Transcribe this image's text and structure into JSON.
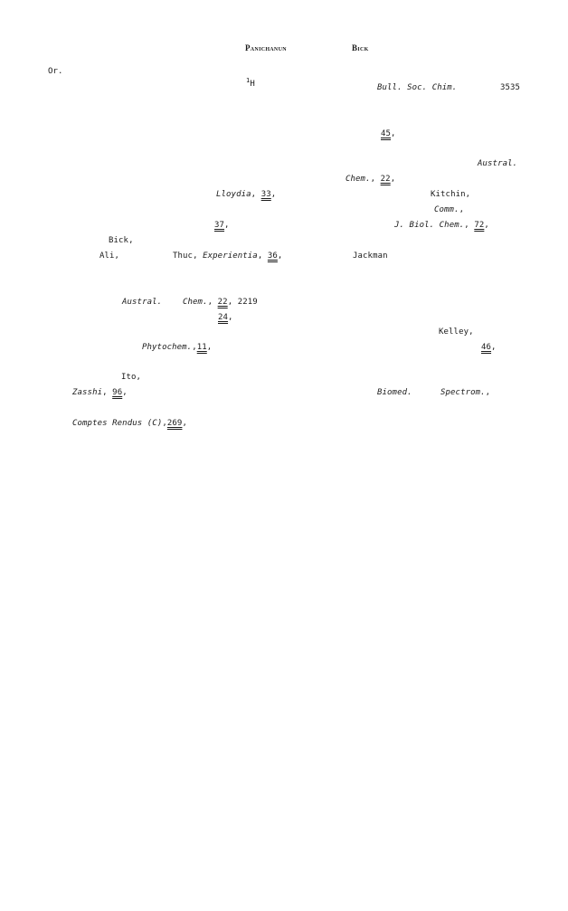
{
  "header": {
    "author1": "Panichanun",
    "author2": "Bick"
  },
  "fragments": {
    "or": "Or.",
    "sup1": "1",
    "h": "H",
    "bull": "Bull. Soc. Chim.",
    "p3535": "3535",
    "v45": "45",
    "v45_comma": ",",
    "austral1": "Austral.",
    "chem1": "Chem.",
    "chem1_sep": ", ",
    "v22a": "22",
    "v22a_comma": ",",
    "lloydia": "Lloydia",
    "lloydia_sep": ", ",
    "v33": "33",
    "v33_comma": ",",
    "kitchin": "Kitchin,",
    "comm": "Comm.",
    "comm_comma": ",",
    "v37": "37",
    "v37_comma": ",",
    "jbiol": "J. Biol. Chem.",
    "jbiol_sep": ", ",
    "v72": "72",
    "v72_comma": ",",
    "bick": "Bick,",
    "ali": "Ali,",
    "thuc": "Thuc,",
    "experientia": "Experientia",
    "exp_sep": ", ",
    "v36": "36",
    "v36_comma": ",",
    "jackman": "Jackman",
    "austral2": "Austral.",
    "chem2": "Chem.",
    "chem2_sep": ", ",
    "v22b": "22",
    "p2219": ", 2219",
    "v24": "24",
    "v24_comma": ",",
    "kelley": "Kelley,",
    "phytochem": "Phytochem.",
    "phyto_sep": ",",
    "v11": "11",
    "v11_comma": ",",
    "v46": "46",
    "v46_comma": ",",
    "ito": "Ito,",
    "zasshi": "Zasshi",
    "zasshi_sep": ", ",
    "v96": "96",
    "v96_comma": ",",
    "biomed": "Biomed.",
    "spectrom": "Spectrom.",
    "spectrom_comma": ",",
    "comptes": "Comptes Rendus (C)",
    "comptes_sep": ",",
    "v269": "269",
    "v269_comma": ","
  }
}
